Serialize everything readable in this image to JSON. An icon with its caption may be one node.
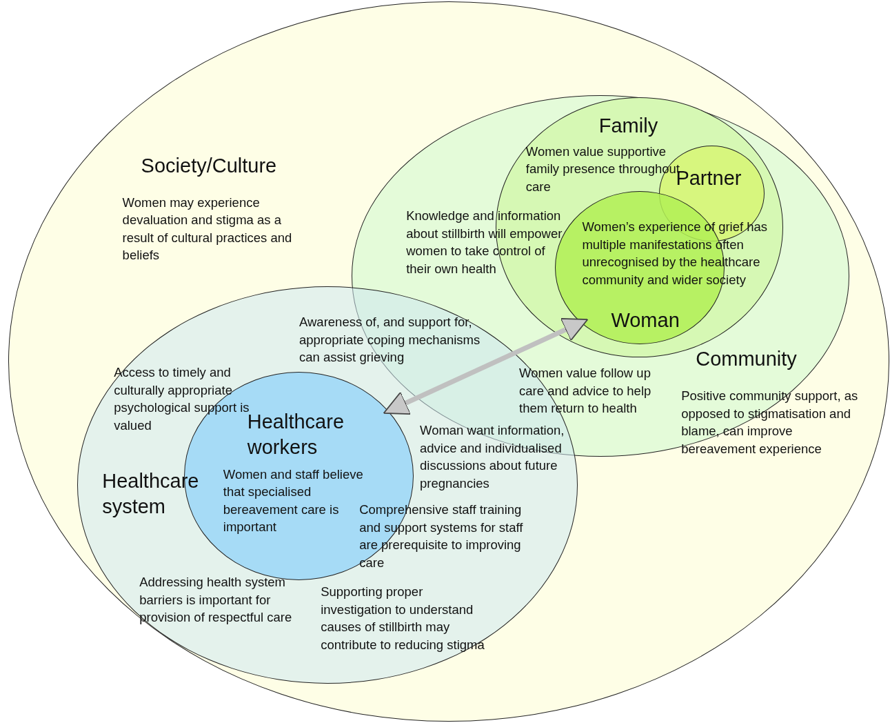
{
  "diagram": {
    "nodes": [
      {
        "text": [
          "Society/Culture",
          "Women may experience devaluation and stigma as a result of cultural practices and beliefs"
        ]
      },
      {
        "text": [
          "Community",
          "Knowledge and information about stillbirth will empower women to take control of their own health",
          "Positive community support, as opposed to stigmatisation and blame, can improve bereavement experience"
        ],
        "in": 0
      },
      {
        "text": [
          "Family",
          "Women value supportive family presence throughout care"
        ],
        "in": 1
      },
      {
        "text": [
          "Partner"
        ],
        "in": 2
      },
      {
        "text": [
          "Women’s experience of grief has multiple manifestations often unrecognised by the healthcare community and wider society",
          "Woman"
        ],
        "in": 2
      },
      {
        "text": [
          "Healthcare system",
          "Access to timely and culturally appropriate psychological support is valued",
          "Comprehensive staff training and support systems for staff are prerequisite to improving care",
          "Addressing health system barriers is important for provision of respectful care",
          "Supporting proper investigation to understand causes of stillbirth may contribute to reducing stigma"
        ],
        "in": 0
      },
      {
        "text": [
          "Healthcare workers",
          "Women and staff believe that specialised bereavement care is important"
        ],
        "in": 5
      }
    ],
    "edges": [
      {
        "from": 4,
        "to": 6,
        "arrow": "both"
      }
    ],
    "labels": [
      "Awareness of, and support for, appropriate coping mechanisms can assist grieving",
      "Women value follow up care and advice to help them return to health",
      "Woman want information, advice and individualised discussions about future pregnancies"
    ]
  }
}
